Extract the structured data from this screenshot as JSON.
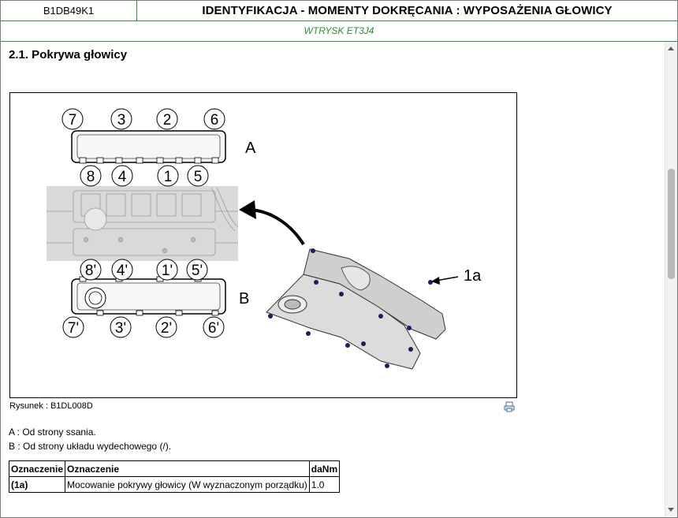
{
  "header": {
    "doc_code": "B1DB49K1",
    "title": "IDENTYFIKACJA - MOMENTY DOKRĘCANIA : WYPOSAŻENIA GŁOWICY",
    "subtitle": "WTRYSK ET3J4"
  },
  "section": {
    "title": "2.1. Pokrywa głowicy"
  },
  "figure": {
    "top_numbers": [
      "7",
      "3",
      "2",
      "6"
    ],
    "upper_numbers": [
      "8",
      "4",
      "1",
      "5"
    ],
    "lower_numbers": [
      "8'",
      "4'",
      "1'",
      "5'"
    ],
    "bottom_numbers": [
      "7'",
      "3'",
      "2'",
      "6'"
    ],
    "label_a": "A",
    "label_b": "B",
    "label_1a": "1a",
    "caption": "Rysunek : B1DL008D"
  },
  "legend": [
    "A : Od strony ssania.",
    "B : Od strony układu wydechowego (/)."
  ],
  "table": {
    "headers": [
      "Oznaczenie",
      "Oznaczenie",
      "daNm"
    ],
    "rows": [
      [
        "(1a)",
        "Mocowanie pokrywy głowicy (W wyznaczonym porządku)",
        "1.0"
      ]
    ]
  },
  "icons": {
    "print": "print-icon",
    "scroll_up": "arrow-up-icon",
    "scroll_down": "arrow-down-icon"
  }
}
